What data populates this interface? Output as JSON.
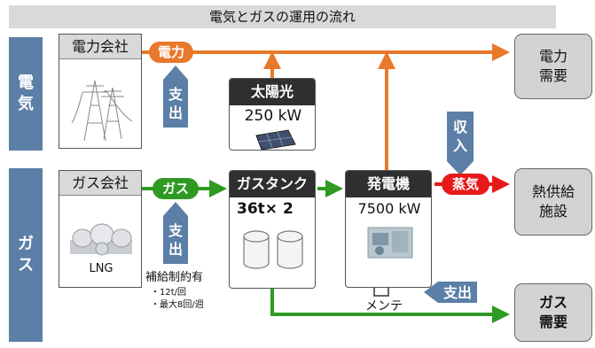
{
  "title": "電気とガスの運用の流れ",
  "rows": {
    "electric": [
      "電",
      "気"
    ],
    "gas": [
      "ガ",
      "ス"
    ]
  },
  "power_company": {
    "label": "電力会社"
  },
  "gas_company": {
    "label": "ガス会社",
    "caption": "LNG"
  },
  "flows": {
    "electric": "電力",
    "gas": "ガス",
    "steam": "蒸気"
  },
  "solar": {
    "label": "太陽光",
    "value": "250 kW"
  },
  "gas_tank": {
    "label": "ガスタンク",
    "capacity": "36t× 2"
  },
  "generator": {
    "label": "発電機",
    "value": "7500 kW",
    "maintenance": "メンテ"
  },
  "badges": {
    "expense_electric": [
      "支",
      "出"
    ],
    "expense_gas": [
      "支",
      "出"
    ],
    "income": [
      "収",
      "入"
    ],
    "expense_maint": "支出"
  },
  "supply_note": {
    "heading": "補給制約有",
    "line1": "・12t/回",
    "line2": "・最大8回/週"
  },
  "demands": {
    "power": [
      "電力",
      "需要"
    ],
    "heat": [
      "熱供給",
      "施設"
    ],
    "gas": [
      "ガス",
      "需要"
    ]
  },
  "colors": {
    "electric": "#e8782a",
    "gas": "#2f9a21",
    "steam": "#e81919",
    "label_blue": "#5b7fa6"
  },
  "icons": [
    "pylon-icon",
    "lng-tank-icon",
    "solar-panel-icon",
    "gas-cylinder-icon",
    "generator-machine-icon"
  ]
}
